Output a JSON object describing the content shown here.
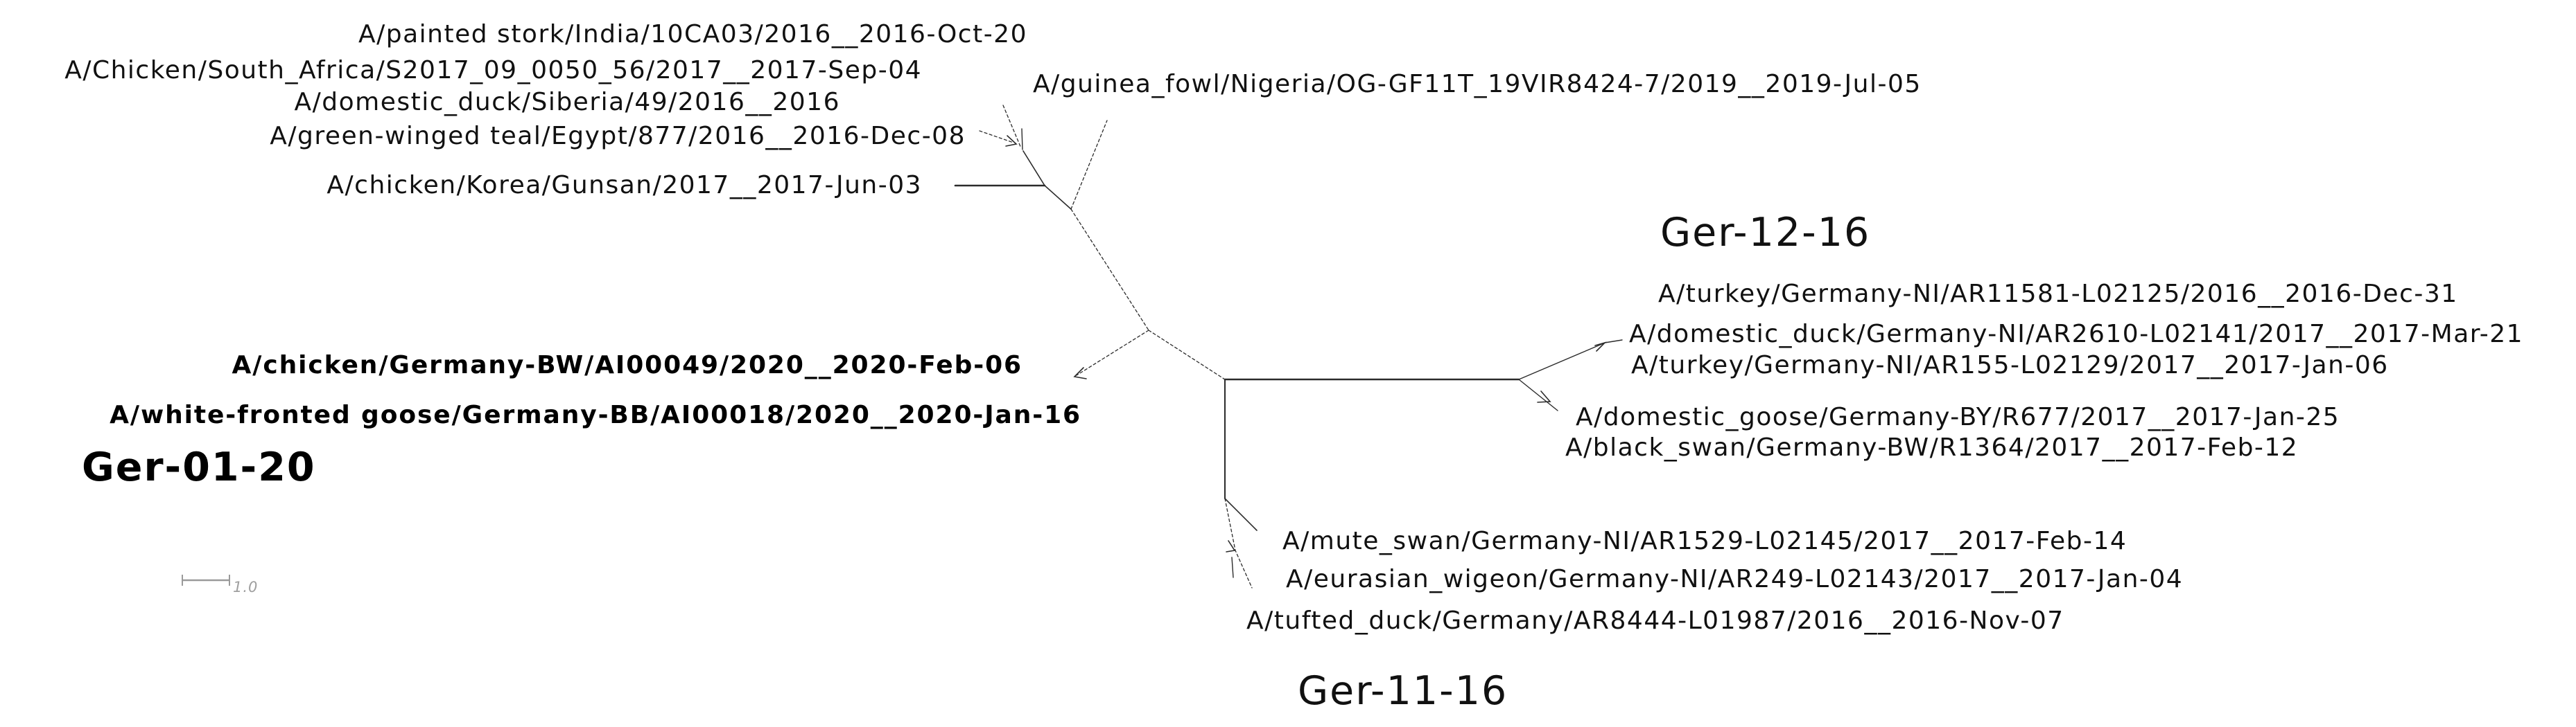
{
  "figure_type": "unrooted phylogenetic tree",
  "scale_bar": {
    "label": "1.0"
  },
  "outgroup": {
    "taxa": [
      "A/painted stork/India/10CA03/2016__2016-Oct-20",
      "A/Chicken/South_Africa/S2017_09_0050_56/2017__2017-Sep-04",
      "A/domestic_duck/Siberia/49/2016__2016",
      "A/green-winged teal/Egypt/877/2016__2016-Dec-08",
      "A/chicken/Korea/Gunsan/2017__2017-Jun-03",
      "A/guinea_fowl/Nigeria/OG-GF11T_19VIR8424-7/2019__2019-Jul-05"
    ]
  },
  "clade_ger_01_20": {
    "header": "Ger-01-20",
    "taxa": [
      "A/chicken/Germany-BW/AI00049/2020__2020-Feb-06",
      "A/white-fronted goose/Germany-BB/AI00018/2020__2020-Jan-16"
    ]
  },
  "clade_ger_12_16": {
    "header": "Ger-12-16",
    "taxa": [
      "A/turkey/Germany-NI/AR11581-L02125/2016__2016-Dec-31",
      "A/domestic_duck/Germany-NI/AR2610-L02141/2017__2017-Mar-21",
      "A/turkey/Germany-NI/AR155-L02129/2017__2017-Jan-06",
      "A/domestic_goose/Germany-BY/R677/2017__2017-Jan-25",
      "A/black_swan/Germany-BW/R1364/2017__2017-Feb-12"
    ]
  },
  "clade_ger_11_16": {
    "header": "Ger-11-16",
    "taxa": [
      "A/mute_swan/Germany-NI/AR1529-L02145/2017__2017-Feb-14",
      "A/eurasian_wigeon/Germany-NI/AR249-L02143/2017__2017-Jan-04",
      "A/tufted_duck/Germany/AR8444-L01987/2016__2016-Nov-07"
    ]
  },
  "colors": {
    "text": "#111111",
    "branch": "#2b2b2b",
    "scale_bar": "#9a9a9a"
  }
}
